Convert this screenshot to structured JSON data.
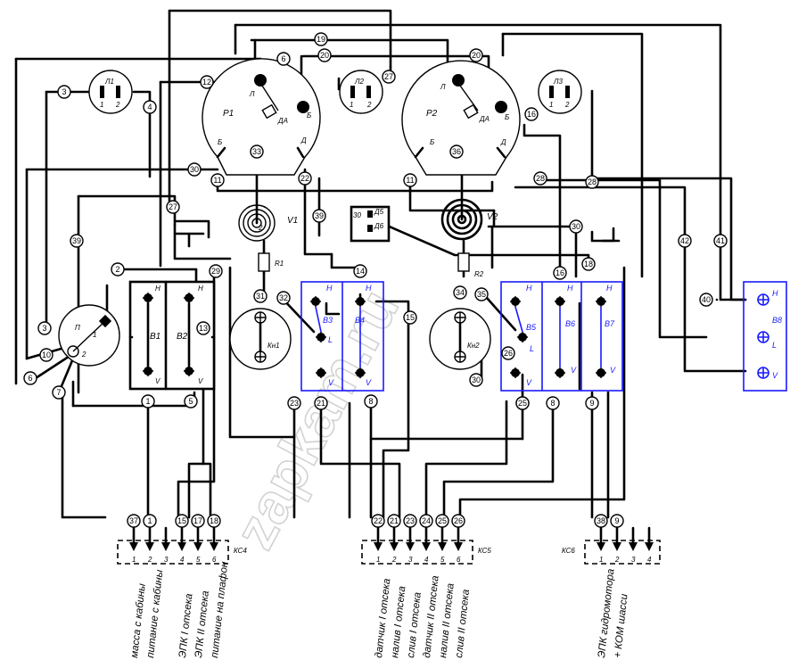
{
  "lamps": [
    {
      "id": "lamp-l1",
      "label": "Л1",
      "pins": [
        "1",
        "2"
      ]
    },
    {
      "id": "lamp-l2",
      "label": "Л2",
      "pins": [
        "1",
        "2"
      ]
    },
    {
      "id": "lamp-l3",
      "label": "Л3",
      "pins": [
        "1",
        "2"
      ]
    }
  ],
  "relays": [
    {
      "id": "relay-p1",
      "label": "Р1",
      "terminals": [
        "Л",
        "ДА",
        "Б",
        "Б",
        "Д"
      ]
    },
    {
      "id": "relay-p2",
      "label": "Р2",
      "terminals": [
        "Л",
        "ДА",
        "Б",
        "Б",
        "Д"
      ]
    }
  ],
  "valves": [
    {
      "id": "valve-v1",
      "label": "V1"
    },
    {
      "id": "valve-v2",
      "label": "V2"
    }
  ],
  "resistors": [
    {
      "id": "resistor-r1",
      "label": "R1"
    },
    {
      "id": "resistor-r2",
      "label": "R2"
    }
  ],
  "buttons": [
    {
      "id": "button-kn1",
      "label": "Кн1"
    },
    {
      "id": "button-kn2",
      "label": "Кн2"
    }
  ],
  "switch_p": {
    "label": "П",
    "pins": [
      "1",
      "2"
    ]
  },
  "switches": [
    {
      "id": "switch-b1",
      "label": "В1",
      "top": "Н",
      "bottom": "V"
    },
    {
      "id": "switch-b2",
      "label": "В2",
      "top": "Н",
      "bottom": "V"
    },
    {
      "id": "switch-b3",
      "label": "В3",
      "top": "Н",
      "mid": "L",
      "bottom": "V"
    },
    {
      "id": "switch-b4",
      "label": "В4",
      "top": "Н",
      "bottom": "V"
    },
    {
      "id": "switch-b5",
      "label": "В5",
      "top": "Н",
      "mid": "L",
      "bottom": "V"
    },
    {
      "id": "switch-b6",
      "label": "В6",
      "top": "Н",
      "bottom": "V"
    },
    {
      "id": "switch-b7",
      "label": "В7",
      "top": "Н",
      "bottom": "V"
    },
    {
      "id": "switch-b8",
      "label": "В8",
      "top": "Н",
      "mid": "L",
      "bottom": "V"
    }
  ],
  "diode_block": {
    "labels": [
      "30",
      "Д5",
      "Д6"
    ]
  },
  "wire_numbers": [
    "1",
    "2",
    "3",
    "4",
    "5",
    "6",
    "7",
    "8",
    "9",
    "10",
    "11",
    "12",
    "13",
    "14",
    "15",
    "16",
    "17",
    "18",
    "19",
    "20",
    "21",
    "22",
    "23",
    "24",
    "25",
    "26",
    "27",
    "28",
    "29",
    "30",
    "31",
    "32",
    "33",
    "34",
    "35",
    "36",
    "37",
    "38",
    "39",
    "40",
    "41",
    "42"
  ],
  "connectors": [
    {
      "id": "connector-kc4",
      "label": "КС4",
      "pins": [
        "1",
        "2",
        "3",
        "4",
        "5",
        "6"
      ],
      "wires": [
        "37",
        "1",
        "",
        "15",
        "17",
        "18"
      ],
      "captions": [
        "масса с кабины",
        "питание с кабины",
        "",
        "ЭПК I отсека",
        "ЭПК II отсека",
        "питание на плафон"
      ]
    },
    {
      "id": "connector-kc5",
      "label": "КС5",
      "pins": [
        "1",
        "2",
        "3",
        "4",
        "5",
        "6"
      ],
      "wires": [
        "22",
        "21",
        "23",
        "24",
        "25",
        "26"
      ],
      "captions": [
        "датчик I отсека",
        "налив I отсека",
        "слив I отсека",
        "датчик II отсека",
        "налив II отсека",
        "слив II отсека"
      ]
    },
    {
      "id": "connector-kc6",
      "label": "КС6",
      "pins": [
        "1",
        "2",
        "3",
        "4"
      ],
      "wires": [
        "38",
        "9",
        "",
        ""
      ],
      "captions": [
        "ЭПК гидромотора",
        "+ КОМ шасси",
        "",
        ""
      ]
    }
  ],
  "watermark": "zapkam.ru"
}
